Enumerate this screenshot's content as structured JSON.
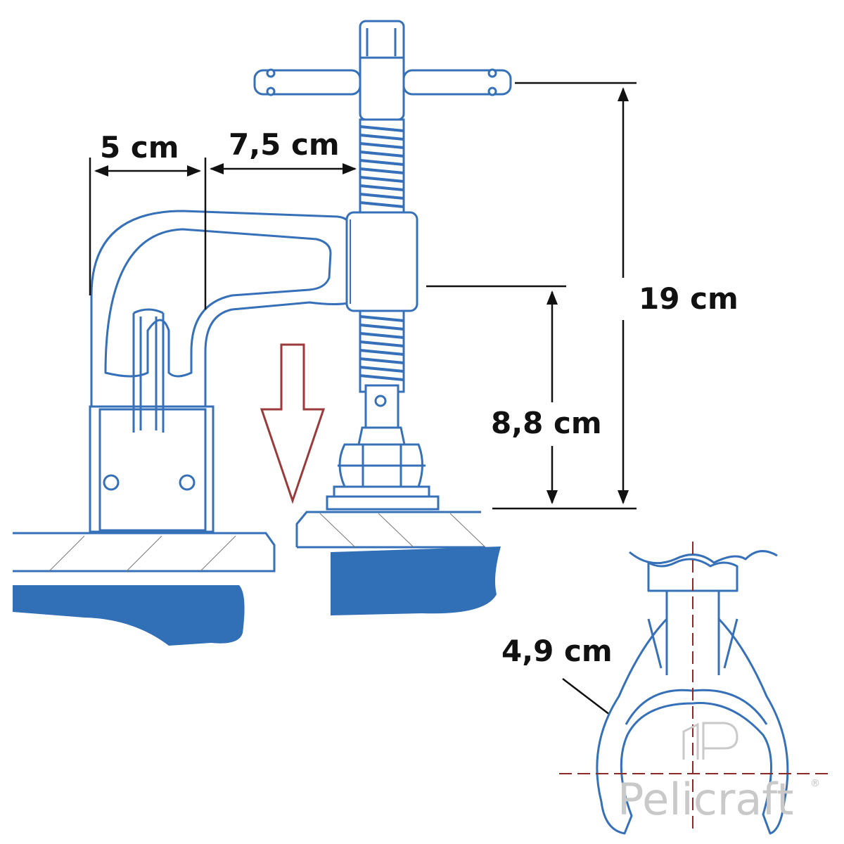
{
  "dimensions": {
    "jaw_width": "5 cm",
    "throat_depth": "7,5 cm",
    "total_height": "19 cm",
    "screw_travel": "8,8 cm",
    "clamp_diameter": "4,9 cm"
  },
  "watermark": {
    "brand": "Pelicraft",
    "registered_mark": "®"
  },
  "colors": {
    "outline": "#3570b8",
    "fill": "#3170b7",
    "arrow": "#9a3a3a",
    "dim_line": "#111111",
    "center_line": "#8b2a2a",
    "watermark": "#c9c9c9"
  },
  "icons": {
    "direction_arrow": "down-arrow-icon",
    "watermark_logo": "pelicraft-logo-icon"
  }
}
